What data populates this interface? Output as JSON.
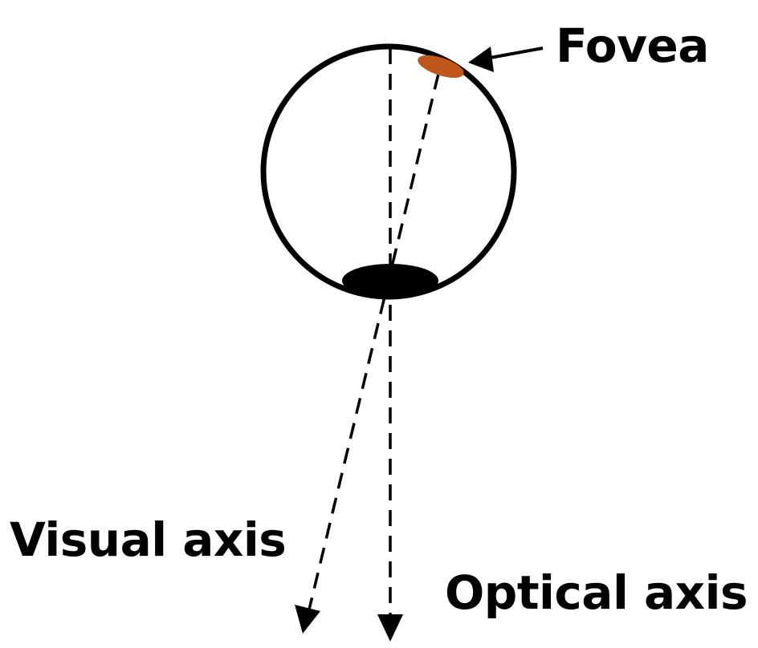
{
  "labels": {
    "fovea": "Fovea",
    "visual_axis": "Visual axis",
    "optical_axis": "Optical axis"
  },
  "colors": {
    "stroke": "#000000",
    "fovea": "#c0561a",
    "background": "#ffffff"
  }
}
